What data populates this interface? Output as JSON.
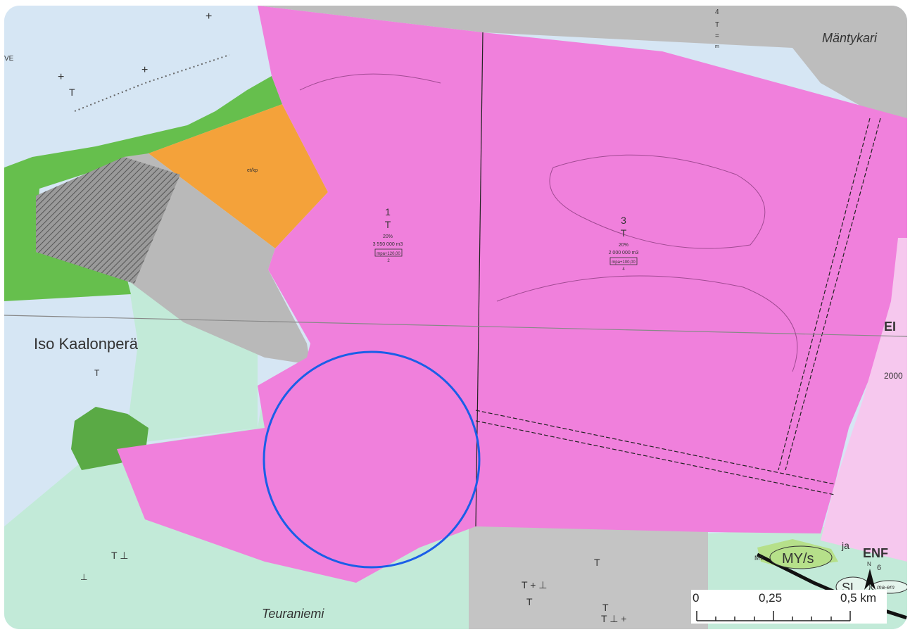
{
  "map": {
    "place_names": {
      "iso_kaalonpera": "Iso Kaalonperä",
      "teuraniemi": "Teuraniemi",
      "mantykari": "Mäntykari"
    },
    "zone_labels": {
      "zone1_number": "1",
      "zone1_code": "T",
      "zone1_percent": "20%",
      "zone1_volume": "3 550 000 m3",
      "zone1_height": "mpa+120,00",
      "zone1_small": "2",
      "zone3_number": "3",
      "zone3_code": "T",
      "zone3_percent": "20%",
      "zone3_volume": "2 000 000 m3",
      "zone3_height": "mpa+100,00",
      "zone3_small": "4",
      "orange_label": "et/kp",
      "top_strip_number": "4",
      "top_strip_code": "T",
      "top_strip_eq": "=",
      "top_strip_m": "m",
      "left_edge_code": "VE",
      "right_ep": "EI",
      "right_2000": "2000",
      "right_ja": "ja",
      "right_enf": "ENF",
      "right_6": "6",
      "my_s": "MY/s",
      "my_small": "MY",
      "sl": "SL",
      "ma_label": "ma-em"
    },
    "symbols": {
      "t_mark": "T",
      "plus_mark": "+",
      "perp_mark": "⊥",
      "t_perp": "T ⊥",
      "t_perp_plus": "T ⊥ +",
      "t_plus_perp": "T + ⊥",
      "north_letter": "N"
    },
    "colors": {
      "water": "#d6e6f4",
      "industrial_pink": "#f080dc",
      "green_area": "#66bf4d",
      "orange_area": "#f4a23a",
      "gray_area": "#b9b9b9",
      "hatched_gray": "#8a8a8a",
      "mint_area": "#c2ead8",
      "light_pink": "#f6c8ee",
      "highlight_circle": "#1a5ee8"
    },
    "scale_bar": {
      "label_0": "0",
      "label_mid": "0,25",
      "label_end": "0,5 km"
    }
  }
}
